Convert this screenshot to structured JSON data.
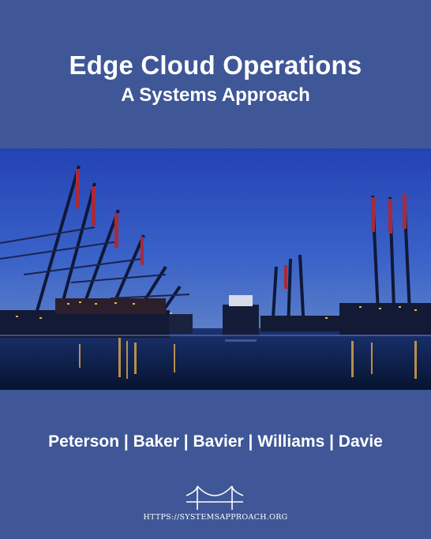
{
  "cover": {
    "title": "Edge Cloud Operations",
    "subtitle": "A Systems Approach",
    "authors": "Peterson | Baker | Bavier | Williams | Davie",
    "url": "HTTPS://SYSTEMSAPPROACH.ORG",
    "logo_icon": "bridge-icon",
    "photo": "container-port-night-photo"
  },
  "colors": {
    "background": "#3f5797",
    "text": "#ffffff",
    "sky": "#2a47b0",
    "water": "#0d1d4a",
    "lights": "#f2b24b"
  }
}
